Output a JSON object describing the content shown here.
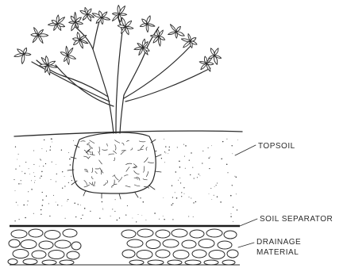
{
  "labels": {
    "topsoil": "TOPSOIL",
    "soil_separator": "SOIL SEPARATOR",
    "drainage_line1": "DRAINAGE",
    "drainage_line2": "MATERIAL"
  },
  "colors": {
    "ink": "#2a2a2a",
    "background": "#ffffff"
  }
}
